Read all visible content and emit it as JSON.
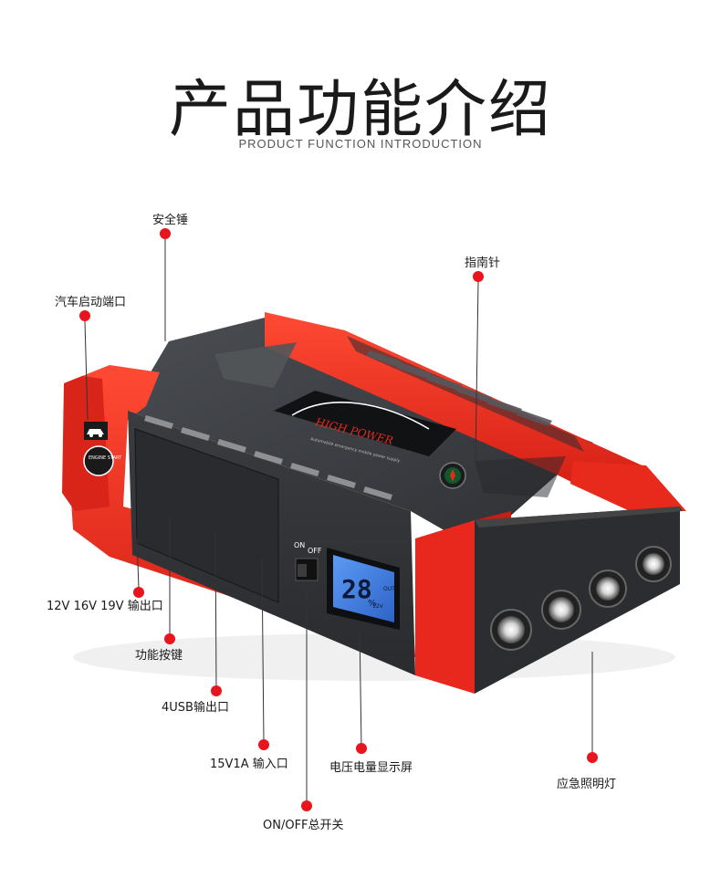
{
  "header": {
    "title": "产品功能介绍",
    "subtitle": "PRODUCT FUNCTION INTRODUCTION"
  },
  "device": {
    "brand_text": "HIGH POWER",
    "brand_subtext": "Automobile emergency mobile power supply",
    "start_badge_text": "ENGINE START",
    "switch_on_label": "ON",
    "switch_off_label": "OFF",
    "lcd_value": "28",
    "lcd_unit": "%",
    "lcd_out_label": "OUT",
    "lcd_voltage_label": "12V",
    "colors": {
      "body_red": "#e8281c",
      "body_dark": "#3b3e42",
      "lcd_blue": "#3f7de0",
      "callout_red": "#e8141e"
    }
  },
  "callouts": {
    "safety_hammer": "安全锤",
    "car_start_port": "汽车启动端口",
    "compass": "指南针",
    "output_12_16_19": "12V 16V 19V 输出口",
    "function_button": "功能按键",
    "usb_output": "4USB输出口",
    "input_15v1a": "15V1A 输入口",
    "power_display": "电压电量显示屏",
    "emergency_light": "应急照明灯",
    "on_off_switch": "ON/OFF总开关"
  }
}
